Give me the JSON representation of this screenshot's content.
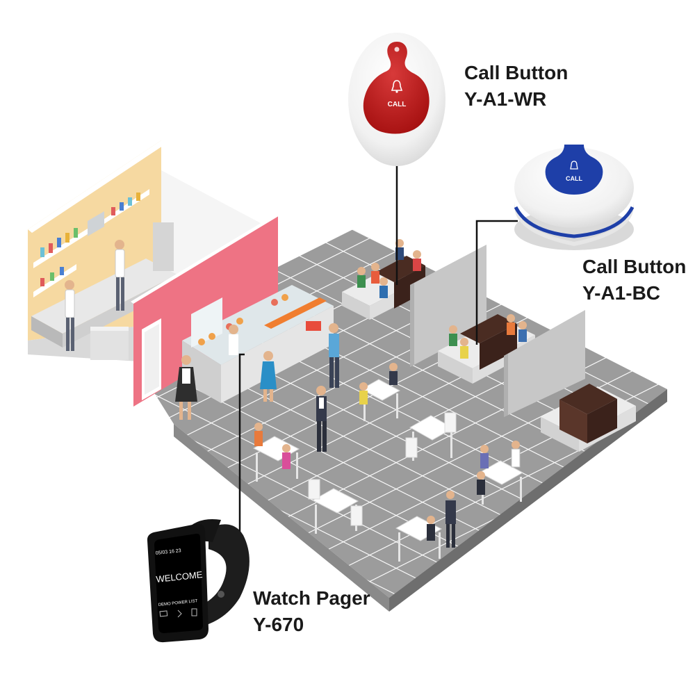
{
  "products": [
    {
      "name": "Call Button",
      "model": "Y-A1-WR",
      "button_text": "CALL",
      "accent": "#c41a1a"
    },
    {
      "name": "Call Button",
      "model": "Y-A1-BC",
      "button_text": "CALL",
      "accent": "#1e3fa8"
    },
    {
      "name": "Watch Pager",
      "model": "Y-670"
    }
  ],
  "watch_screen": {
    "status": "05/03 16 23",
    "message": "WELCOME",
    "menu": "DEMO  POWER  LIST"
  },
  "colors": {
    "kitchen_wall": "#f6d9a1",
    "partition_pink": "#ee7384",
    "floor": "#9a9a9a",
    "floor_tile_line": "#ffffff",
    "booth_table": "#4a2c22",
    "booth_sofa": "#ececec",
    "divider_wall": "#c7c7c7"
  }
}
